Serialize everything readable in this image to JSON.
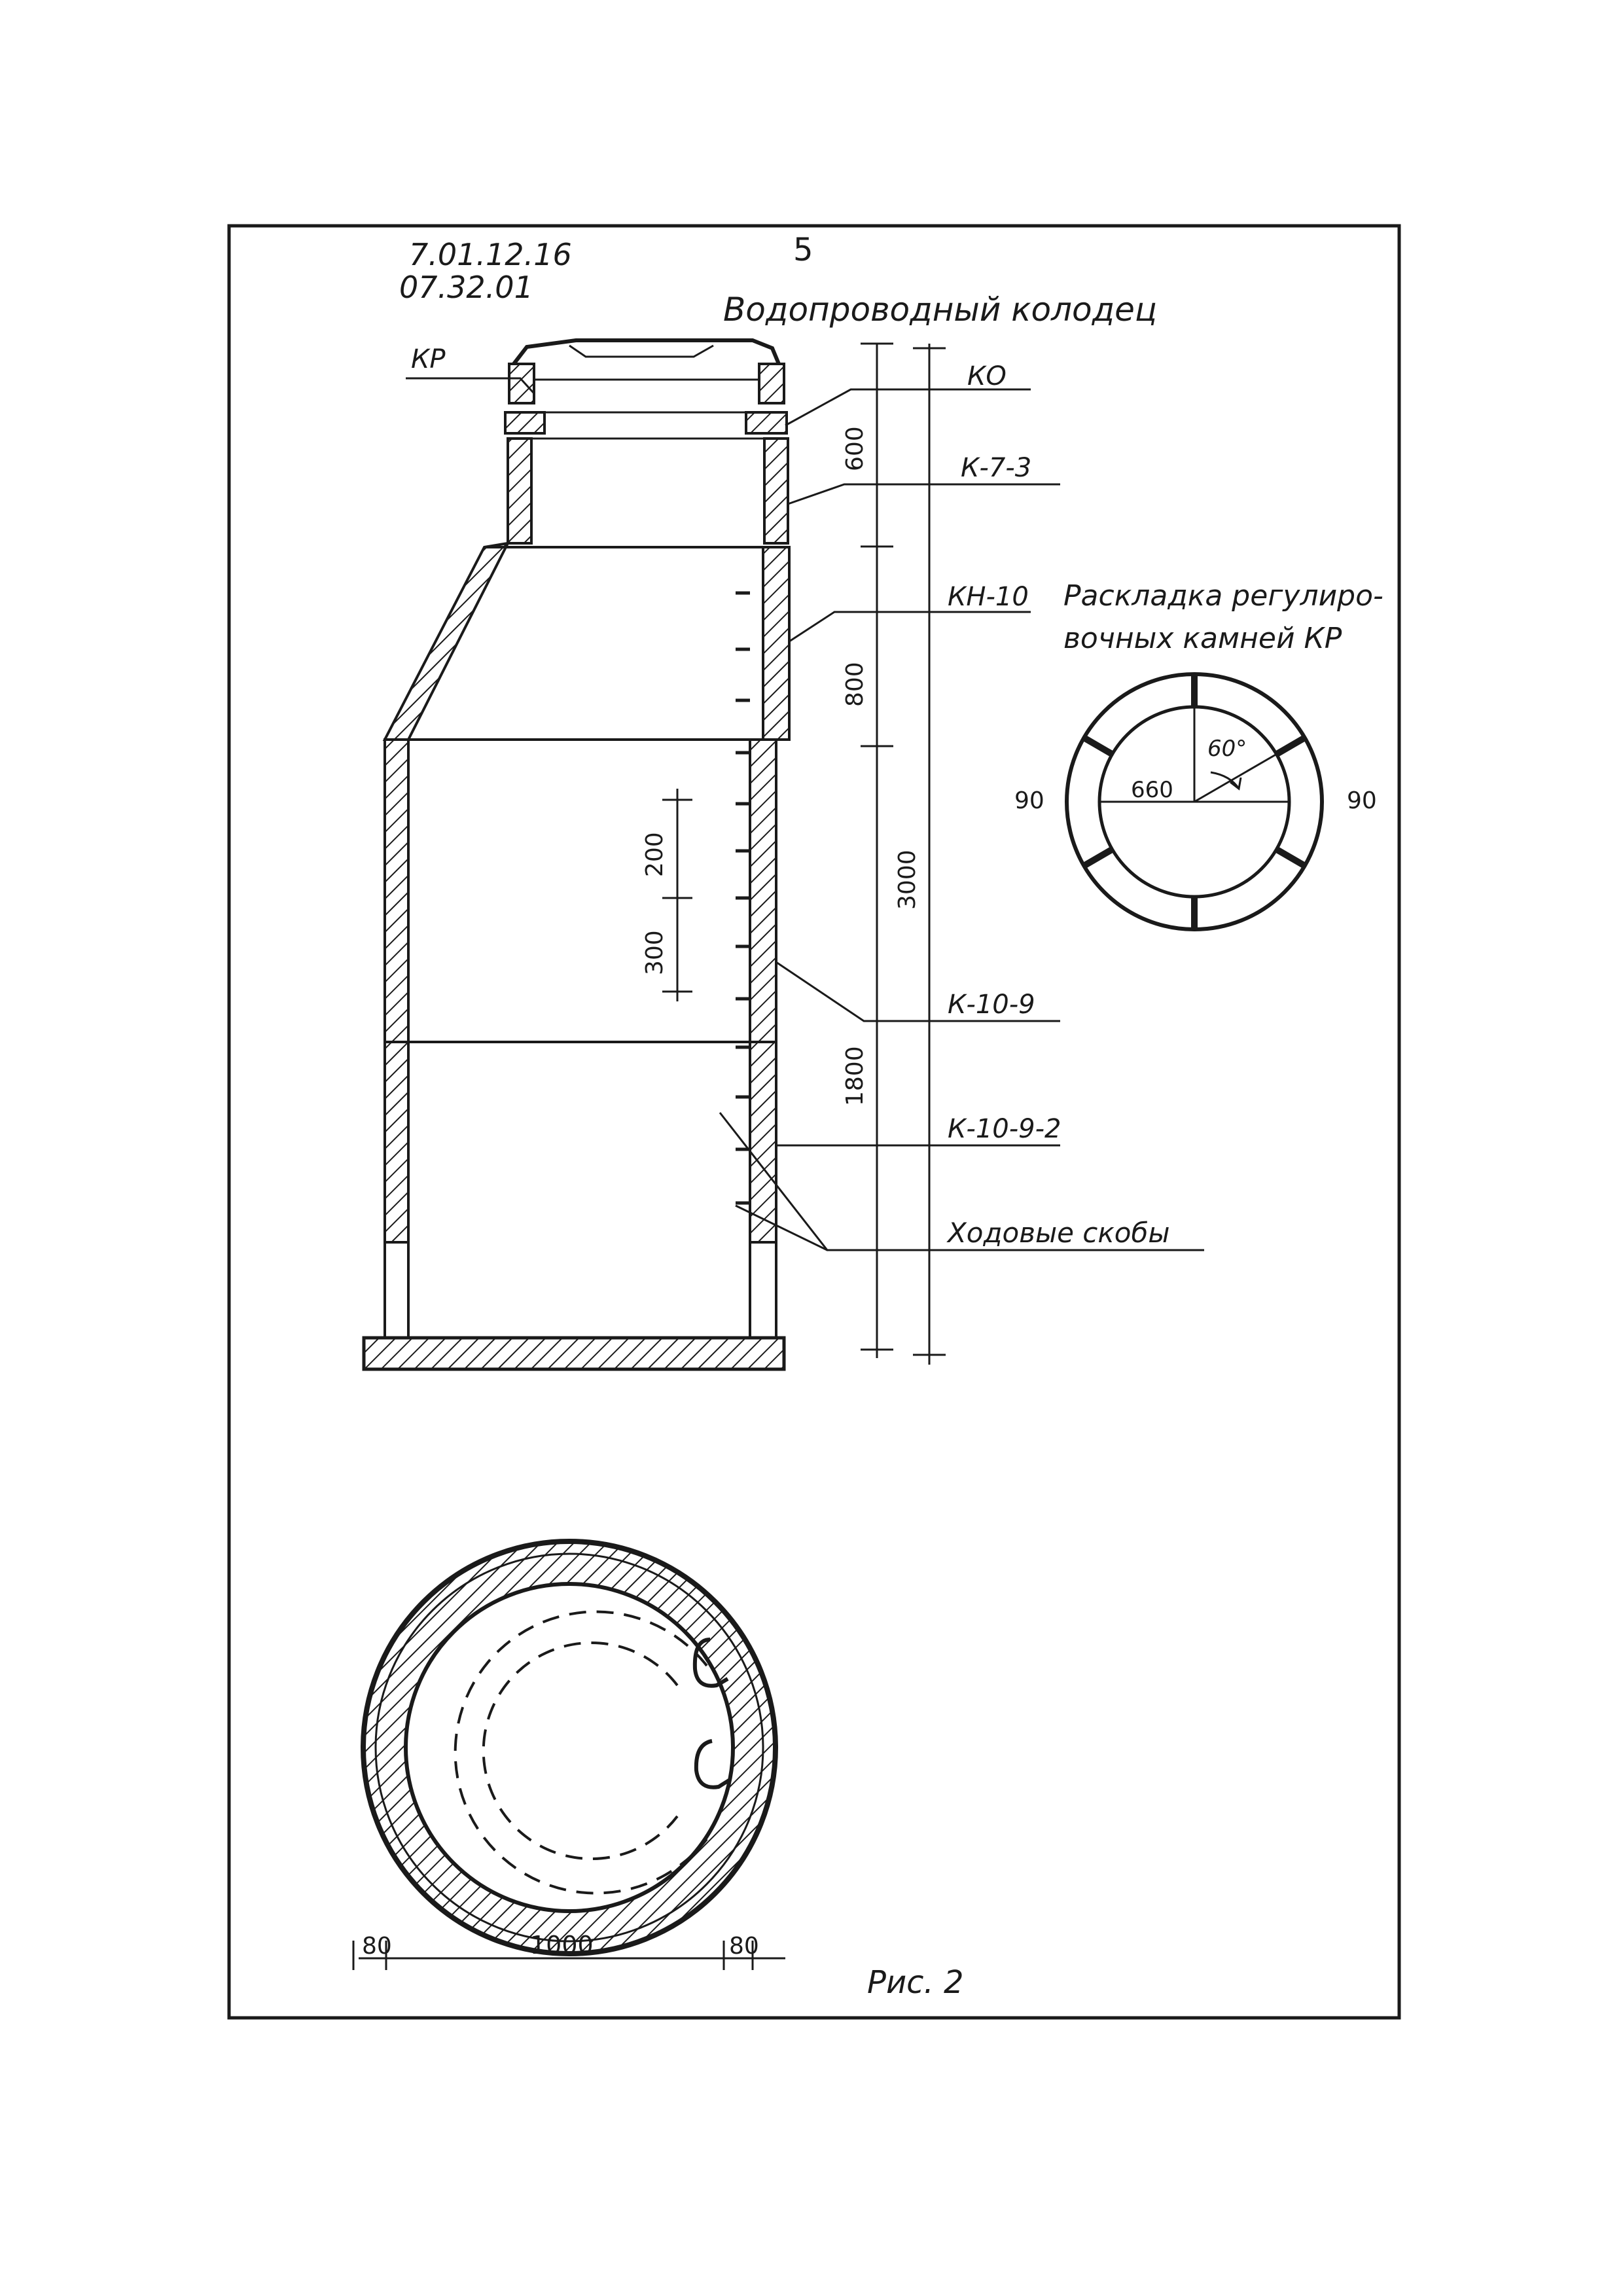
{
  "header": {
    "code_line1": "7.01.12.16",
    "code_line2": "07.32.01",
    "page_number": "5",
    "title": "Водопроводный колодец"
  },
  "callouts": {
    "kr": "КР",
    "ko": "КО",
    "k73": "К-7-3",
    "kn10": "КН-10",
    "k109": "К-10-9",
    "k1092": "К-10-9-2",
    "steps": "Ходовые скобы"
  },
  "dimensions": {
    "d600": "600",
    "d800": "800",
    "d3000": "3000",
    "d1800": "1800",
    "d200": "200",
    "d300": "300"
  },
  "ring_plan": {
    "caption_line1": "Раскладка регулиро-",
    "caption_line2": "вочных камней КР",
    "angle": "60°",
    "left_width": "90",
    "right_width": "90",
    "inner_dia": "660"
  },
  "section_plan": {
    "wall_left": "80",
    "inner_dia": "1000",
    "wall_right": "80"
  },
  "figure_caption": "Рис. 2"
}
